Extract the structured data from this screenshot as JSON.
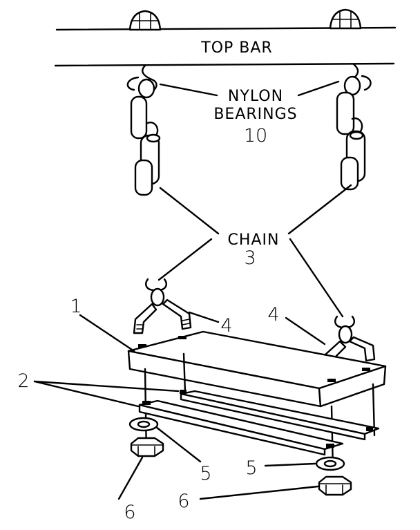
{
  "labels": {
    "top_bar": "TOP BAR",
    "nylon_line1": "NYLON",
    "nylon_line2": "BEARINGS",
    "nylon_num": "10",
    "chain": "CHAIN",
    "chain_num": "3",
    "n1": "1",
    "n2": "2",
    "n4_left": "4",
    "n4_right": "4",
    "n5_left": "5",
    "n5_right": "5",
    "n6_left": "6",
    "n6_right": "6"
  },
  "colors": {
    "ink": "#000000",
    "paper": "#ffffff"
  }
}
